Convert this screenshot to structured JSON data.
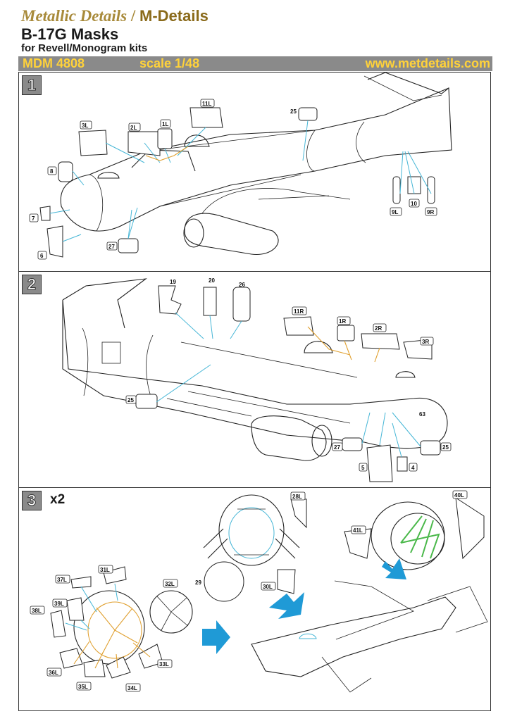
{
  "header": {
    "brand": "Metallic Details",
    "brand_short": "M-Details",
    "title": "B-17G Masks",
    "subtitle": "for Revell/Monogram kits",
    "code": "MDM 4808",
    "scale": "scale 1/48",
    "url": "www.metdetails.com"
  },
  "colors": {
    "accent_gold": "#a88a3a",
    "bar_gray": "#8a8a8a",
    "bar_text": "#ffd23a",
    "leader_cyan": "#46b6d6",
    "leader_orange": "#e0a030",
    "frame_green": "#4ab84a",
    "arrow_blue": "#1f9ad6"
  },
  "steps": [
    {
      "number": "1",
      "labels": [
        "3L",
        "2L",
        "1L",
        "11L",
        "25",
        "8",
        "7",
        "6",
        "27",
        "9L",
        "10",
        "9R"
      ]
    },
    {
      "number": "2",
      "labels": [
        "19",
        "20",
        "26",
        "11R",
        "1R",
        "2R",
        "3R",
        "25",
        "63",
        "27",
        "25",
        "5",
        "4"
      ]
    },
    {
      "number": "3",
      "quantity": "x2",
      "labels": [
        "28L",
        "40L",
        "41L",
        "31L",
        "37L",
        "32L",
        "29",
        "30L",
        "39L",
        "38L",
        "36L",
        "33L",
        "35L",
        "34L"
      ]
    }
  ]
}
